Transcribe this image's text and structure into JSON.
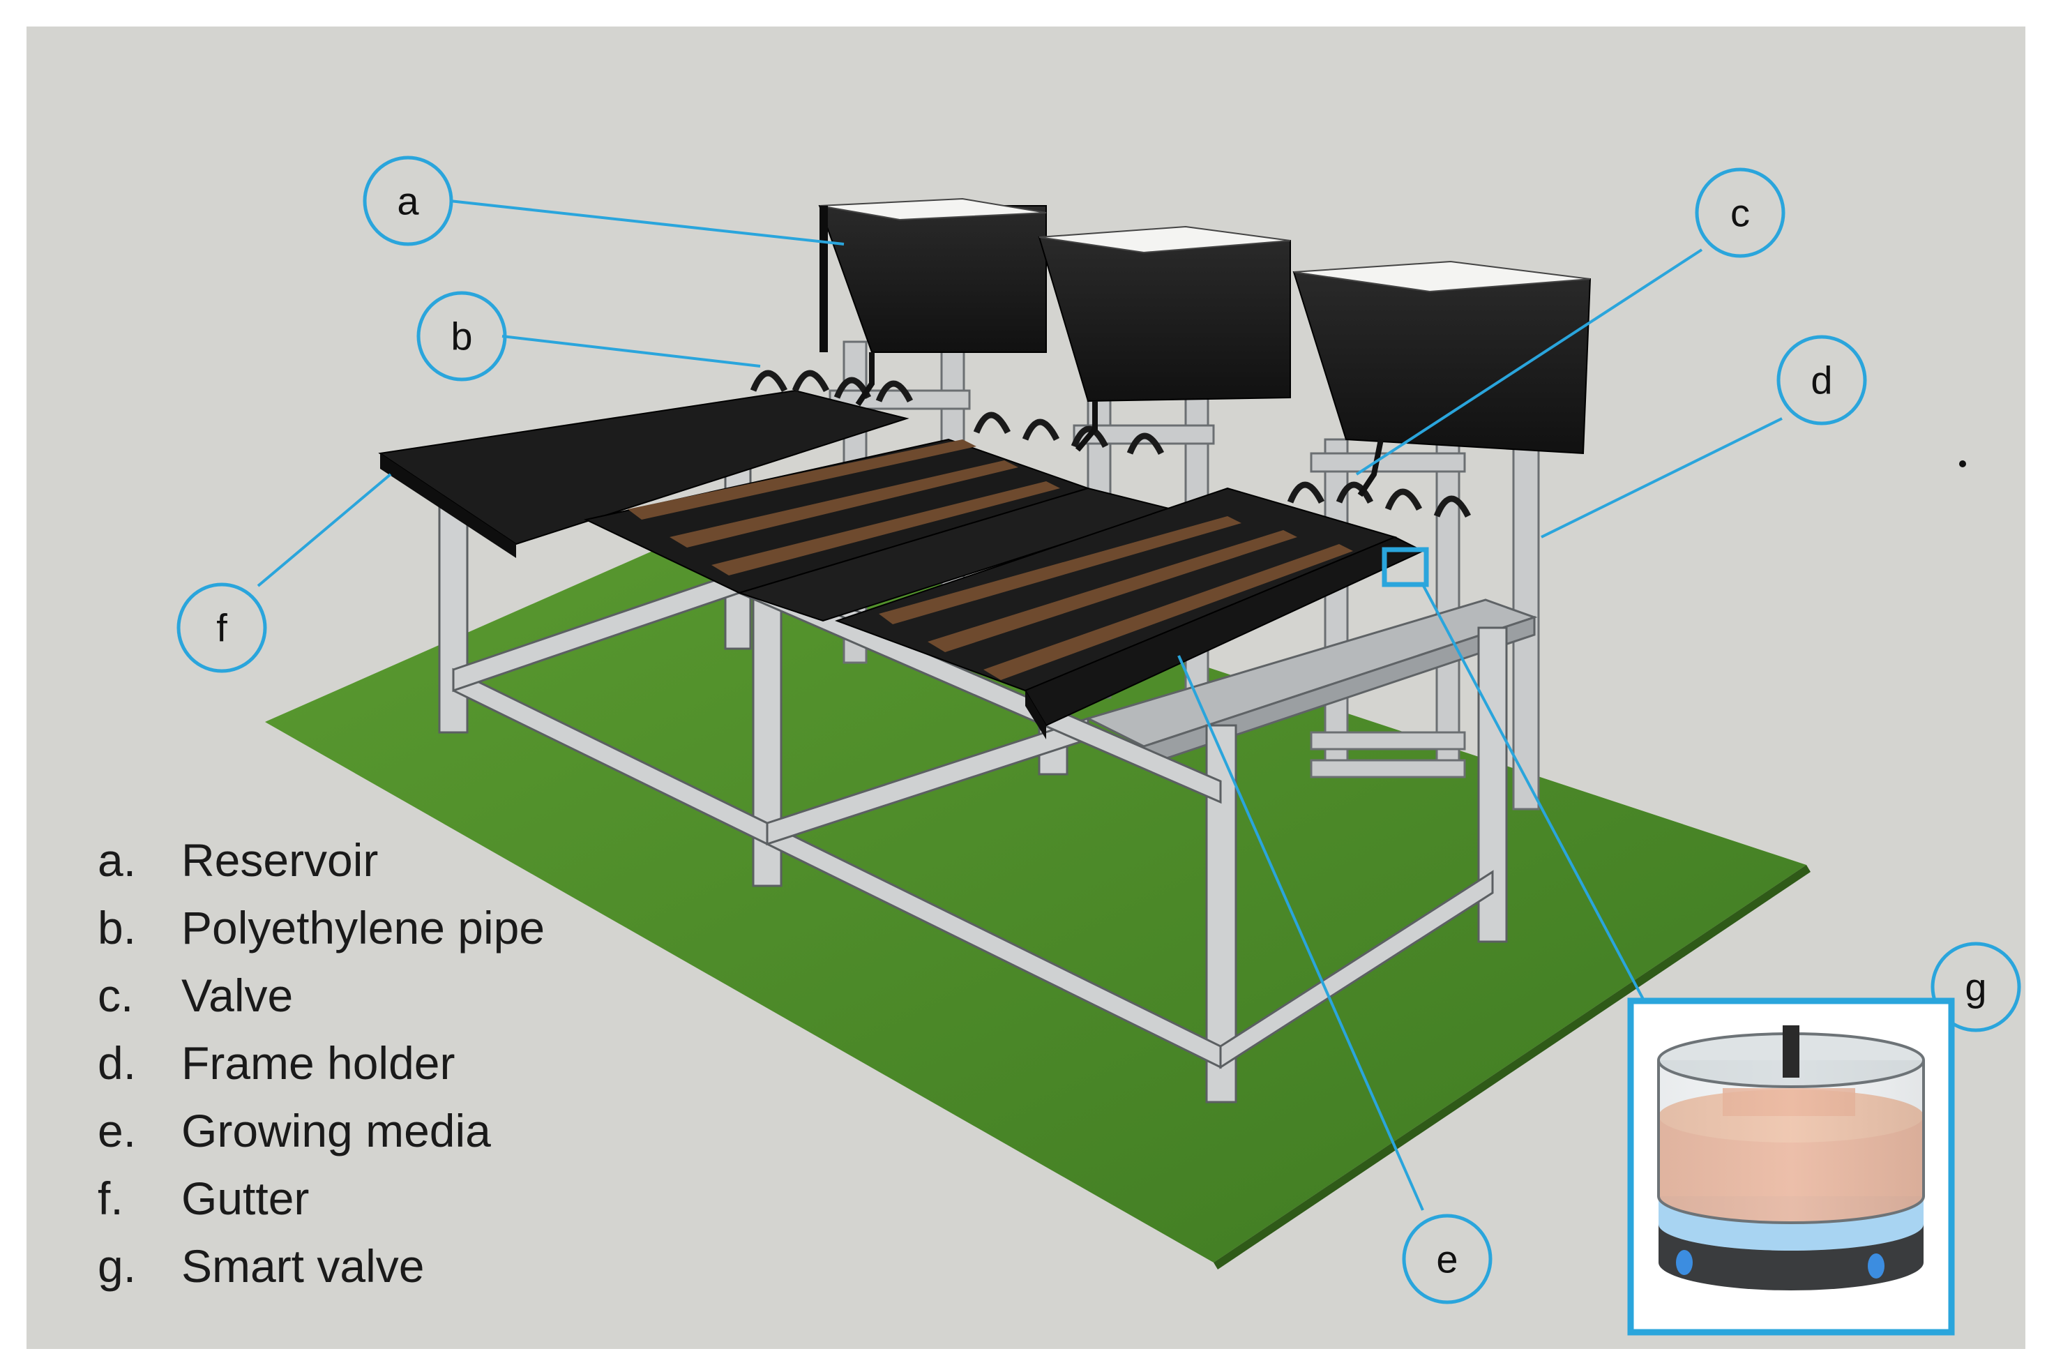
{
  "callouts": [
    {
      "id": "a",
      "label": "a"
    },
    {
      "id": "b",
      "label": "b"
    },
    {
      "id": "c",
      "label": "c"
    },
    {
      "id": "d",
      "label": "d"
    },
    {
      "id": "e",
      "label": "e"
    },
    {
      "id": "f",
      "label": "f"
    },
    {
      "id": "g",
      "label": "g"
    }
  ],
  "legend": [
    {
      "key": "a.",
      "text": "Reservoir"
    },
    {
      "key": "b.",
      "text": "Polyethylene pipe"
    },
    {
      "key": "c.",
      "text": "Valve"
    },
    {
      "key": "d.",
      "text": "Frame holder"
    },
    {
      "key": "e.",
      "text": "Growing media"
    },
    {
      "key": "f.",
      "text": "Gutter"
    },
    {
      "key": "g.",
      "text": "Smart valve"
    }
  ],
  "colors": {
    "background": "#d4d4d0",
    "grass": "#4f8a2a",
    "frame": "#c9cbcc",
    "gutter": "#1c1c1c",
    "media": "#6e4a2e",
    "callout": "#2aa5dc",
    "valve_media": "#f0a07a",
    "valve_water": "#a8d4f2"
  }
}
